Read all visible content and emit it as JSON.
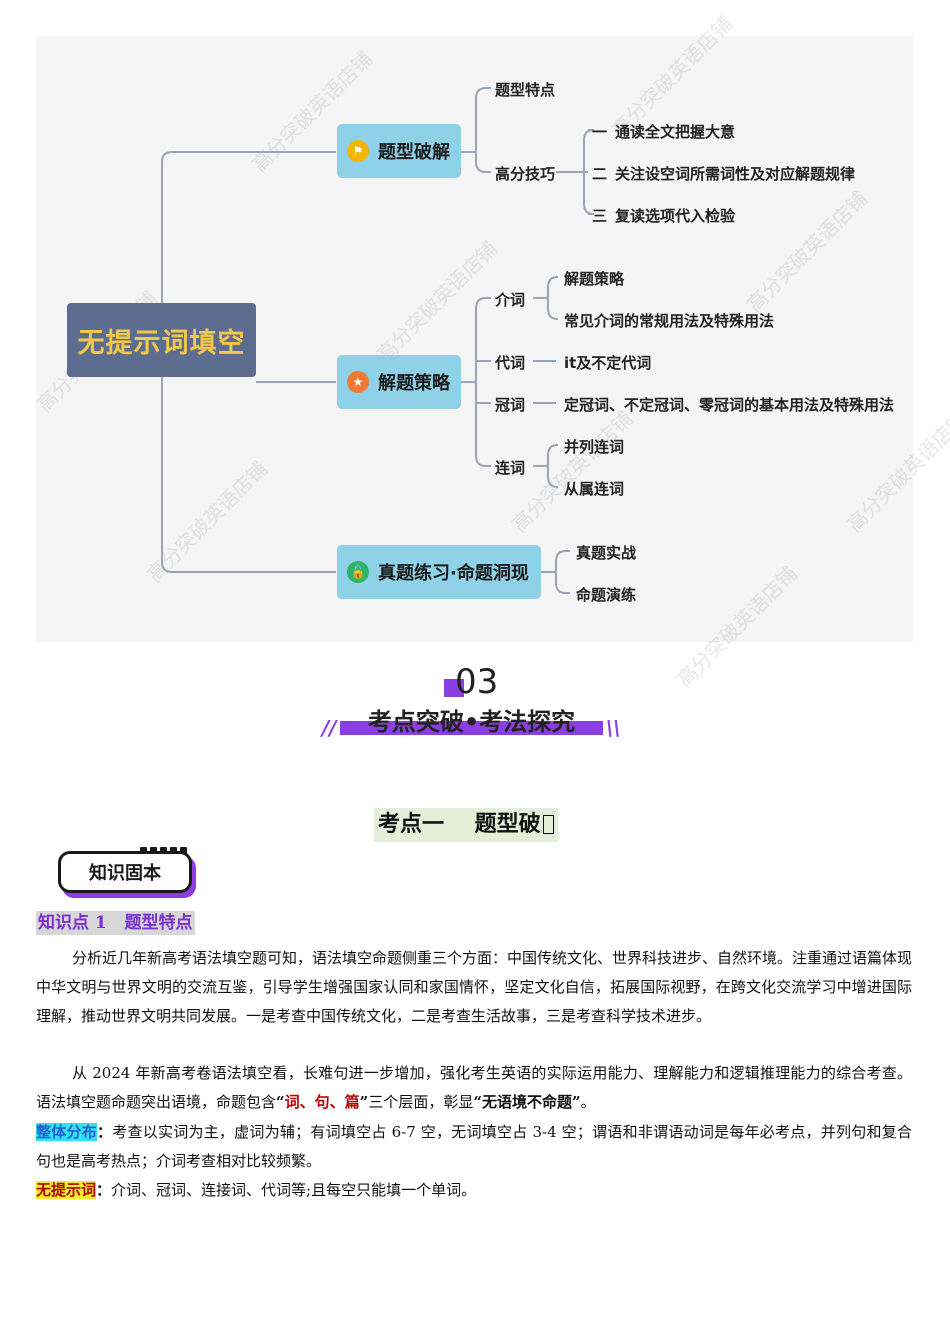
{
  "mindmap": {
    "root": "无提示词填空",
    "branches": [
      {
        "label": "题型破解",
        "icon": "flag-icon",
        "children": [
          {
            "label": "题型特点"
          },
          {
            "label": "高分技巧",
            "children": [
              {
                "num": "一",
                "label": "通读全文把握大意"
              },
              {
                "num": "二",
                "label": "关注设空词所需词性及对应解题规律"
              },
              {
                "num": "三",
                "label": "复读选项代入检验"
              }
            ]
          }
        ]
      },
      {
        "label": "解题策略",
        "icon": "star-icon",
        "children": [
          {
            "label": "介词",
            "children": [
              "解题策略",
              "常见介词的常规用法及特殊用法"
            ]
          },
          {
            "label": "代词",
            "children": [
              "it及不定代词"
            ]
          },
          {
            "label": "冠词",
            "children": [
              "定冠词、不定冠词、零冠词的基本用法及特殊用法"
            ]
          },
          {
            "label": "连词",
            "children": [
              "并列连词",
              "从属连词"
            ]
          }
        ]
      },
      {
        "label": "真题练习·命题洞现",
        "icon": "lock-icon",
        "children": [
          {
            "label": "真题实战"
          },
          {
            "label": "命题演练"
          }
        ]
      }
    ],
    "watermark": "高分突破英语店铺"
  },
  "section": {
    "number": "03",
    "title": "考点突破•考法探究",
    "slash_left": "//",
    "slash_right": "\\\\"
  },
  "kaodian_title": "考点一    题型破",
  "badge": "知识固本",
  "knowledge_point": "知识点 1   题型特点",
  "paragraphs": {
    "p1": "分析近几年新高考语法填空题可知，语法填空命题侧重三个方面：中国传统文化、世界科技进步、自然环境。注重通过语篇体现中华文明与世界文明的交流互鉴，引导学生增强国家认同和家国情怀，坚定文化自信，拓展国际视野，在跨文化交流学习中增进国际理解，推动世界文明共同发展。一是考查中国传统文化，二是考查生活故事，三是考查科学技术进步。",
    "p2_a": "从 2024 年新高考卷语法填空看，长难句进一步增加，强化考生英语的实际运用能力、理解能力和逻辑推理能力的综合考查。语法填空题命题突出语境，命题包含",
    "p2_q1": "“",
    "p2_red": "词、句、篇",
    "p2_q2": "”",
    "p2_b": "三个层面，彰显",
    "p2_bold": "“无语境不命题”",
    "p2_c": "。",
    "p3_label": "整体分布",
    "p3_colon": "：",
    "p3_text": "考查以实词为主，虚词为辅；有词填空占 6-7 空，无词填空占 3-4 空；谓语和非谓语动词是每年必考点，并列句和复合句也是高考热点；介词考查相对比较频繁。",
    "p4_label": "无提示词",
    "p4_colon": "：",
    "p4_text": "介词、冠词、连接词、代词等;且每空只能填一个单词。"
  },
  "colors": {
    "accent_purple": "#8b3fe2",
    "root_bg": "#5c6d8f",
    "root_text": "#f2c84b",
    "branch_bg": "#8fd1e6",
    "line": "#9aa6b8"
  }
}
